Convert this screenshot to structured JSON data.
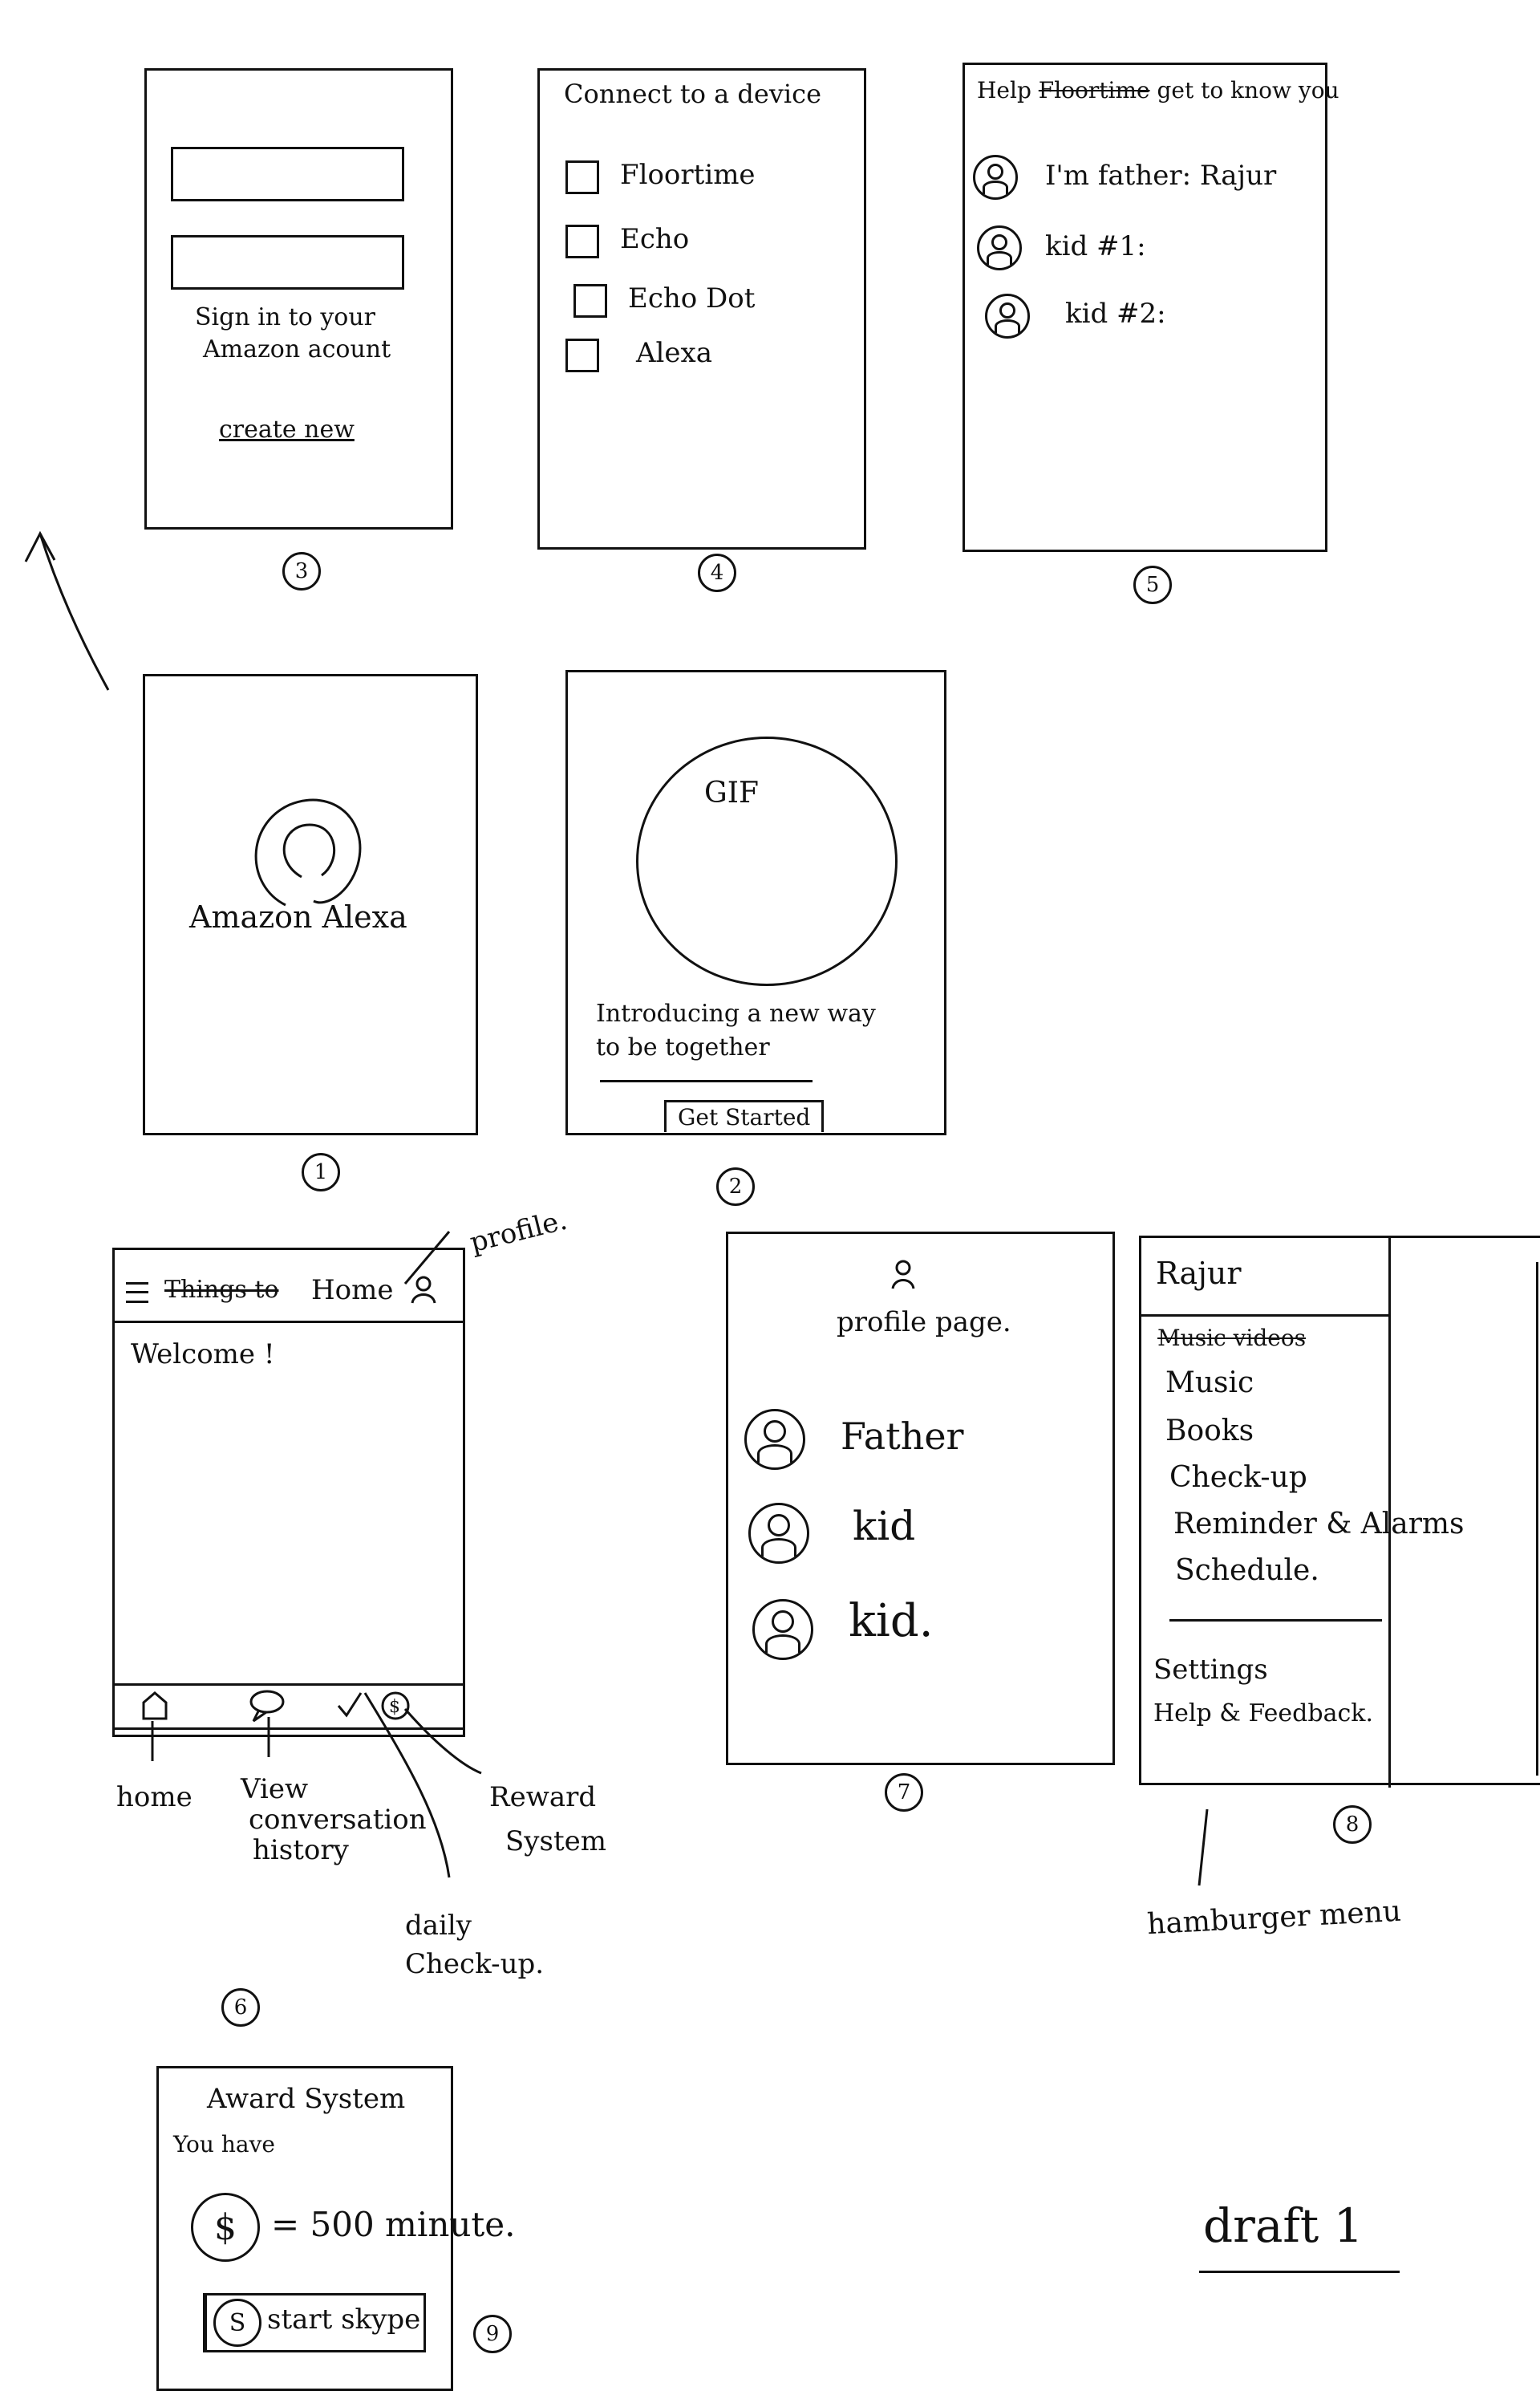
{
  "screens": {
    "s3": {
      "number": "3",
      "prompt_line1": "Sign in to your",
      "prompt_line2": "Amazon acount",
      "link": "create new"
    },
    "s4": {
      "number": "4",
      "title": "Connect to a device",
      "options": [
        "Floortime",
        "Echo",
        "Echo Dot",
        "Alexa"
      ]
    },
    "s5": {
      "number": "5",
      "title_struck": "Floortime",
      "title_before": "Help",
      "title_after": "get to know you",
      "people": [
        "I'm father: Rajur",
        "kid #1:",
        "kid #2:"
      ]
    },
    "s1": {
      "number": "1",
      "label": "Amazon Alexa"
    },
    "s2": {
      "number": "2",
      "gif_label": "GIF",
      "tagline_line1": "Introducing a new way",
      "tagline_line2": "to be together",
      "button": "Get Started"
    },
    "s6": {
      "number": "6",
      "title_struck": "Things to",
      "title": "Home",
      "welcome": "Welcome !"
    },
    "s7": {
      "number": "7",
      "title": "profile page.",
      "people": [
        "Father",
        "kid",
        "kid."
      ]
    },
    "s8": {
      "number": "8",
      "user": "Rajur",
      "struck_item": "Music videos",
      "items": [
        "Music",
        "Books",
        "Check-up",
        "Reminder & Alarms",
        "Schedule."
      ],
      "footer_items": [
        "Settings",
        "Help & Feedback."
      ]
    },
    "s9": {
      "number": "9",
      "title": "Award System",
      "you_have": "You have",
      "equation": "= 500 minute.",
      "button": "start skype"
    }
  },
  "annotations": {
    "profile": "profile.",
    "home": "home",
    "history_line1": "View",
    "history_line2": "conversation",
    "history_line3": "history",
    "reward_line1": "Reward",
    "reward_line2": "System",
    "daily_line1": "daily",
    "daily_line2": "Check-up.",
    "hamburger": "hamburger menu",
    "draft": "draft 1"
  }
}
